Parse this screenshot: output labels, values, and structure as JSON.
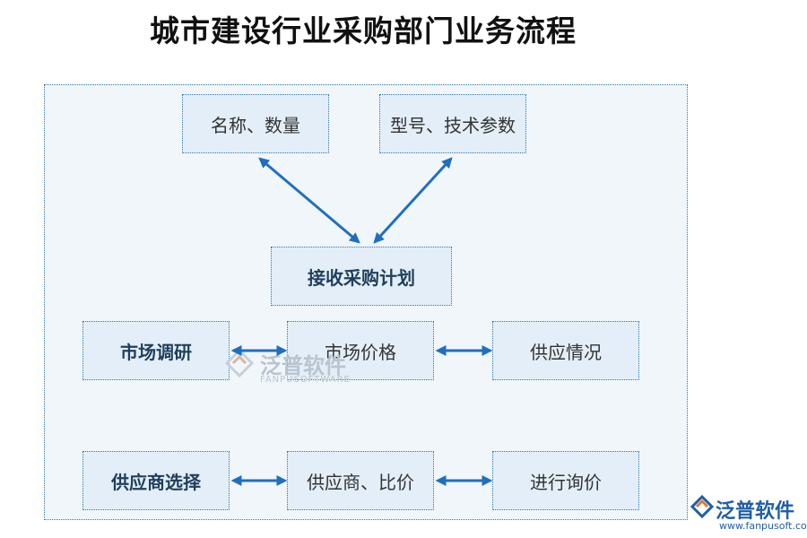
{
  "title": "城市建设行业采购部门业务流程",
  "nodes": {
    "name_qty": "名称、数量",
    "model_spec": "型号、技术参数",
    "receive_plan": "接收采购计划",
    "market_research": "市场调研",
    "market_price": "市场价格",
    "supply_status": "供应情况",
    "supplier_select": "供应商选择",
    "supplier_compare": "供应商、比价",
    "inquiry": "进行询价"
  },
  "watermark": {
    "cn": "泛普软件",
    "en": "FANPUSOFTWARE"
  },
  "logo": {
    "cn": "泛普软件",
    "en": "www.fanpusoft.com"
  },
  "colors": {
    "arrow": "#1f6fc0",
    "border": "#2b78b8",
    "box_fill": "#e3eef8"
  }
}
